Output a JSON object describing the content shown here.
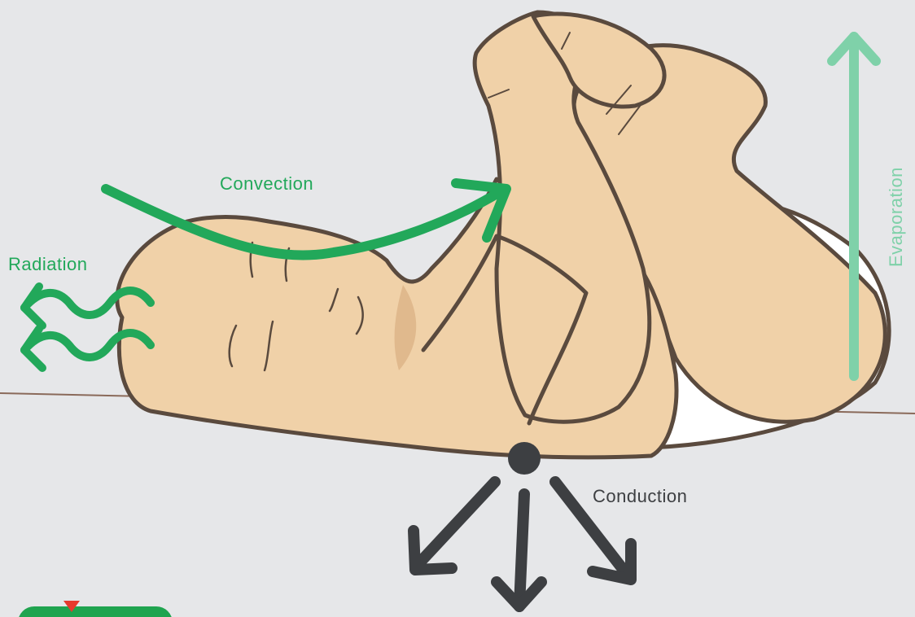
{
  "labels": {
    "convection": "Convection",
    "radiation": "Radiation",
    "evaporation": "Evaporation",
    "conduction": "Conduction"
  },
  "colors": {
    "background": "#e6e7e9",
    "skin": "#f0d1a8",
    "skin_shadow": "#e0b98d",
    "outline": "#5a4a3e",
    "diaper": "#ffffff",
    "green_dark": "#22a85a",
    "green_light": "#7fd1a9",
    "conduction_gray": "#3d3f42",
    "surface_line": "#8a6a5a",
    "badge_green": "#1fa44f",
    "badge_marker": "#e63a2e"
  }
}
